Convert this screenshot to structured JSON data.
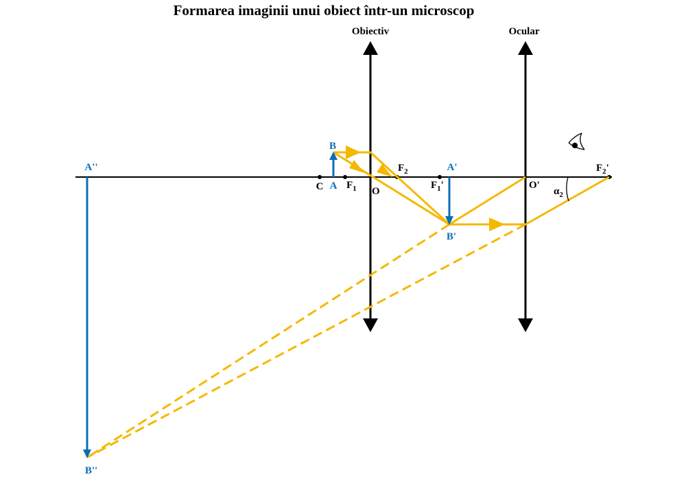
{
  "title": "Formarea imaginii unui obiect într-un microscop",
  "lenses": {
    "objective": "Obiectiv",
    "eyepiece": "Ocular"
  },
  "labels": {
    "C": "C",
    "A": "A",
    "B": "B",
    "F1_main": "F",
    "F1_sub": "1",
    "O": "O",
    "F2_main": "F",
    "F2_sub": "2",
    "A1": "A'",
    "F1p_main": "F",
    "F1p_sub": "1",
    "F1p_prime": "'",
    "B1": "B'",
    "O2": "O'",
    "alpha_main": "α",
    "alpha_sub": "2",
    "F2p_main": "F",
    "F2p_sub": "2",
    "F2p_prime": "'",
    "A2": "A''",
    "B2": "B''"
  },
  "colors": {
    "axis": "#000000",
    "image_arrows": "#0b6eb4",
    "rays": "#f5b800"
  }
}
